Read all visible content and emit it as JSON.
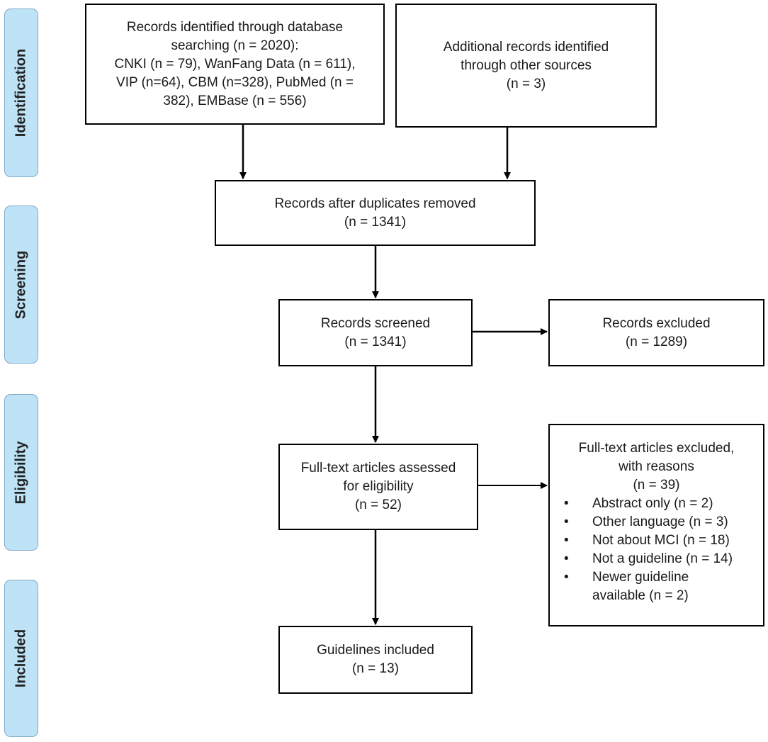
{
  "stages": [
    "Identification",
    "Screening",
    "Eligibility",
    "Included"
  ],
  "boxes": {
    "database": [
      "Records identified through database",
      "searching (n = 2020):",
      "CNKI (n = 79), WanFang Data (n = 611),",
      "VIP (n=64), CBM (n=328), PubMed (n =",
      "382), EMBase (n = 556)"
    ],
    "other": [
      "Additional records identified",
      "through other sources",
      "(n = 3)"
    ],
    "dedup": [
      "Records after duplicates removed",
      "(n = 1341)"
    ],
    "screened": [
      "Records screened",
      "(n = 1341)"
    ],
    "excluded": [
      "Records excluded",
      "(n = 1289)"
    ],
    "fulltext": [
      "Full-text articles assessed",
      "for eligibility",
      "(n = 52)"
    ],
    "included": [
      "Guidelines included",
      "(n = 13)"
    ]
  },
  "fulltext_excluded": {
    "heading": [
      "Full-text articles excluded,",
      "with reasons",
      "(n = 39)"
    ],
    "reasons": [
      "Abstract only (n = 2)",
      "Other language (n = 3)",
      "Not about MCI (n = 18)",
      "Not a guideline (n = 14)",
      "Newer guideline available (n = 2)"
    ]
  }
}
